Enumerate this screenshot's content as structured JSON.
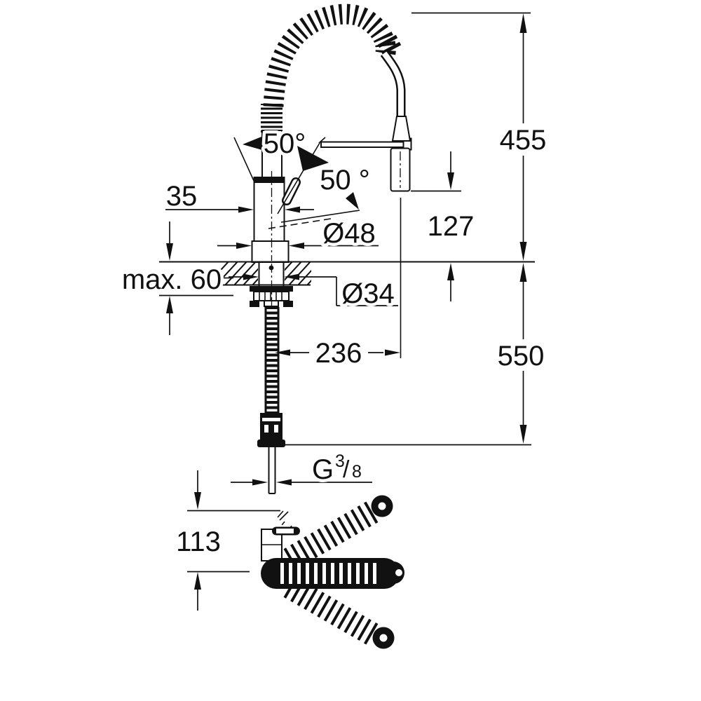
{
  "drawing": {
    "kind": "faucet-installation-dimension-drawing",
    "views": [
      "side-elevation",
      "front-swivel-range"
    ],
    "colors": {
      "line": "#111111",
      "background": "#ffffff"
    }
  },
  "labels": {
    "swivel_handle_angle": "50°",
    "swivel_spray_angle": "50 °",
    "body_width": "35",
    "spout_base_diameter": "Ø48",
    "spray_to_counter": "127",
    "total_height": "455",
    "max_counter_thickness": "max. 60",
    "mounting_hole_diameter": "Ø34",
    "projection_reach": "236",
    "hose_length_below": "550",
    "thread_letter": "G",
    "thread_numerator": "3",
    "thread_slash": "/",
    "thread_denominator": "8",
    "front_view_height": "113"
  }
}
